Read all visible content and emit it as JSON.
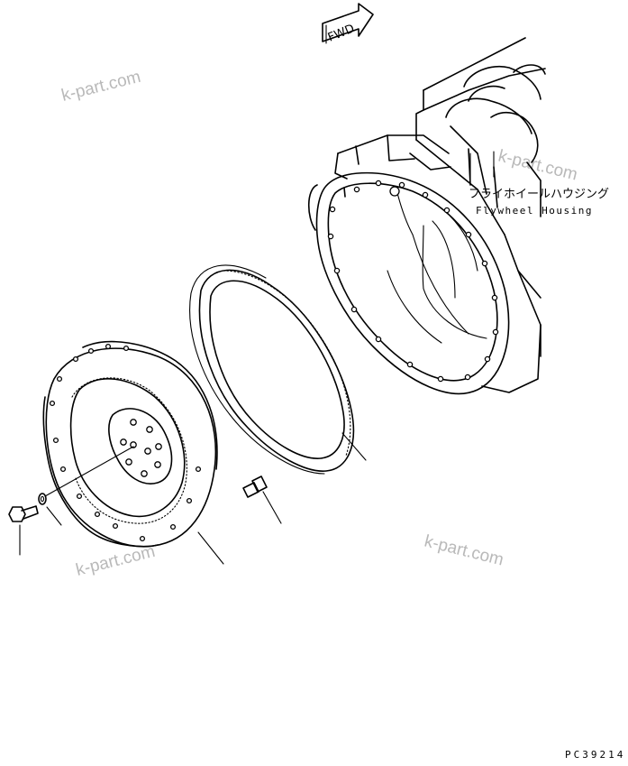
{
  "fwd_label": "FWD",
  "housing": {
    "label_jp": "フライホイールハウジング",
    "label_en": "Flywheel Housing"
  },
  "watermark": "k-part.com",
  "drawing_code": "PC39214"
}
